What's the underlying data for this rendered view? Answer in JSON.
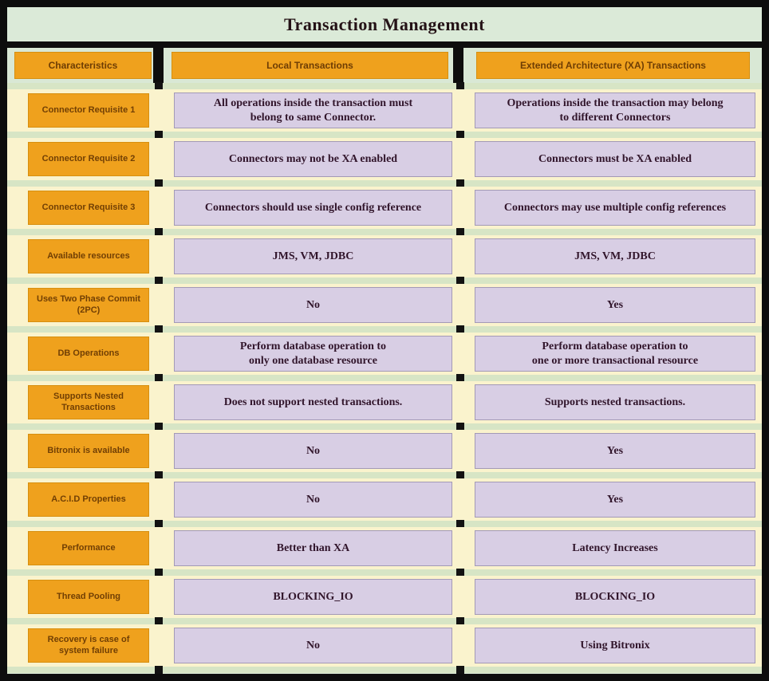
{
  "title": "Transaction Management",
  "columns": {
    "characteristics": "Characteristics",
    "local": "Local Transactions",
    "xa": "Extended Architecture (XA) Transactions"
  },
  "rows": [
    {
      "label": "Connector Requisite 1",
      "local": "All operations inside the transaction must\nbelong to same Connector.",
      "xa": "Operations inside the transaction may belong\nto different Connectors"
    },
    {
      "label": "Connector Requisite 2",
      "local": "Connectors may not be XA enabled",
      "xa": "Connectors must be XA enabled"
    },
    {
      "label": "Connector Requisite 3",
      "local": "Connectors should use single config reference",
      "xa": "Connectors may use multiple config references"
    },
    {
      "label": "Available resources",
      "local": "JMS, VM, JDBC",
      "xa": "JMS, VM, JDBC"
    },
    {
      "label": "Uses Two Phase Commit\n(2PC)",
      "local": "No",
      "xa": "Yes"
    },
    {
      "label": "DB Operations",
      "local": "Perform database operation to\nonly one database resource",
      "xa": "Perform database operation to\none or more transactional resource"
    },
    {
      "label": "Supports Nested\nTransactions",
      "local": "Does not support nested transactions.",
      "xa": "Supports nested transactions."
    },
    {
      "label": "Bitronix is available",
      "local": "No",
      "xa": "Yes"
    },
    {
      "label": "A.C.I.D Properties",
      "local": "No",
      "xa": "Yes"
    },
    {
      "label": "Performance",
      "local": "Better than XA",
      "xa": "Latency Increases"
    },
    {
      "label": "Thread Pooling",
      "local": "BLOCKING_IO",
      "xa": "BLOCKING_IO"
    },
    {
      "label": "Recovery is case of\nsystem failure",
      "local": "No",
      "xa": "Using Bitronix"
    }
  ],
  "colors": {
    "header_fill": "#efa11d",
    "cell_fill": "#d8cee4",
    "cell_border": "#a39ab6",
    "row_band": "#faf3cd",
    "page_green": "#d9e8d5",
    "strip_green": "#d7e5c5",
    "frame_black": "#0d0d0d",
    "label_text": "#713f04",
    "cell_text": "#31152b"
  }
}
